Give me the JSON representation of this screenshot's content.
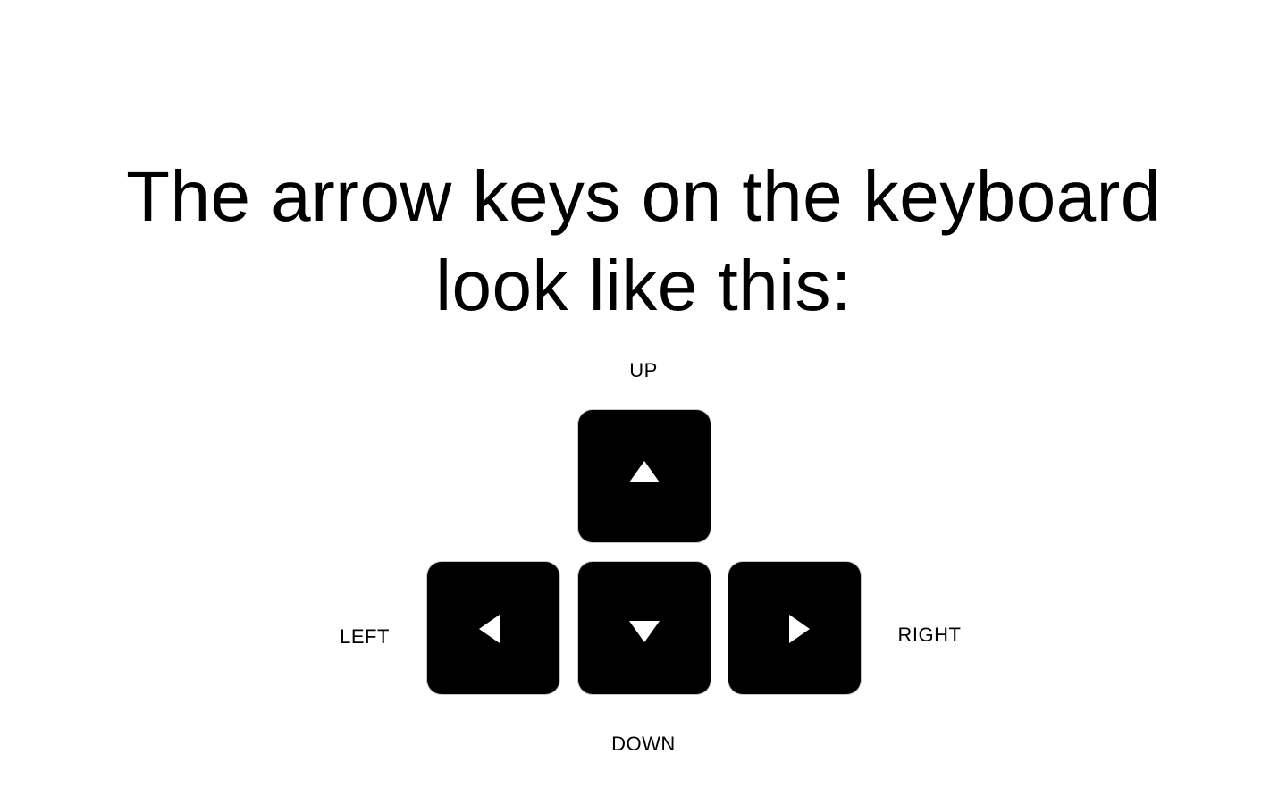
{
  "title": {
    "line1": "The arrow keys on the keyboard",
    "line2": "look like this:"
  },
  "keys": {
    "up": {
      "label": "UP",
      "icon": "arrow-up-icon"
    },
    "left": {
      "label": "LEFT",
      "icon": "arrow-left-icon"
    },
    "down": {
      "label": "DOWN",
      "icon": "arrow-down-icon"
    },
    "right": {
      "label": "RIGHT",
      "icon": "arrow-right-icon"
    }
  },
  "colors": {
    "key_fill": "#000000",
    "arrow_fill": "#ffffff",
    "background": "#ffffff"
  }
}
